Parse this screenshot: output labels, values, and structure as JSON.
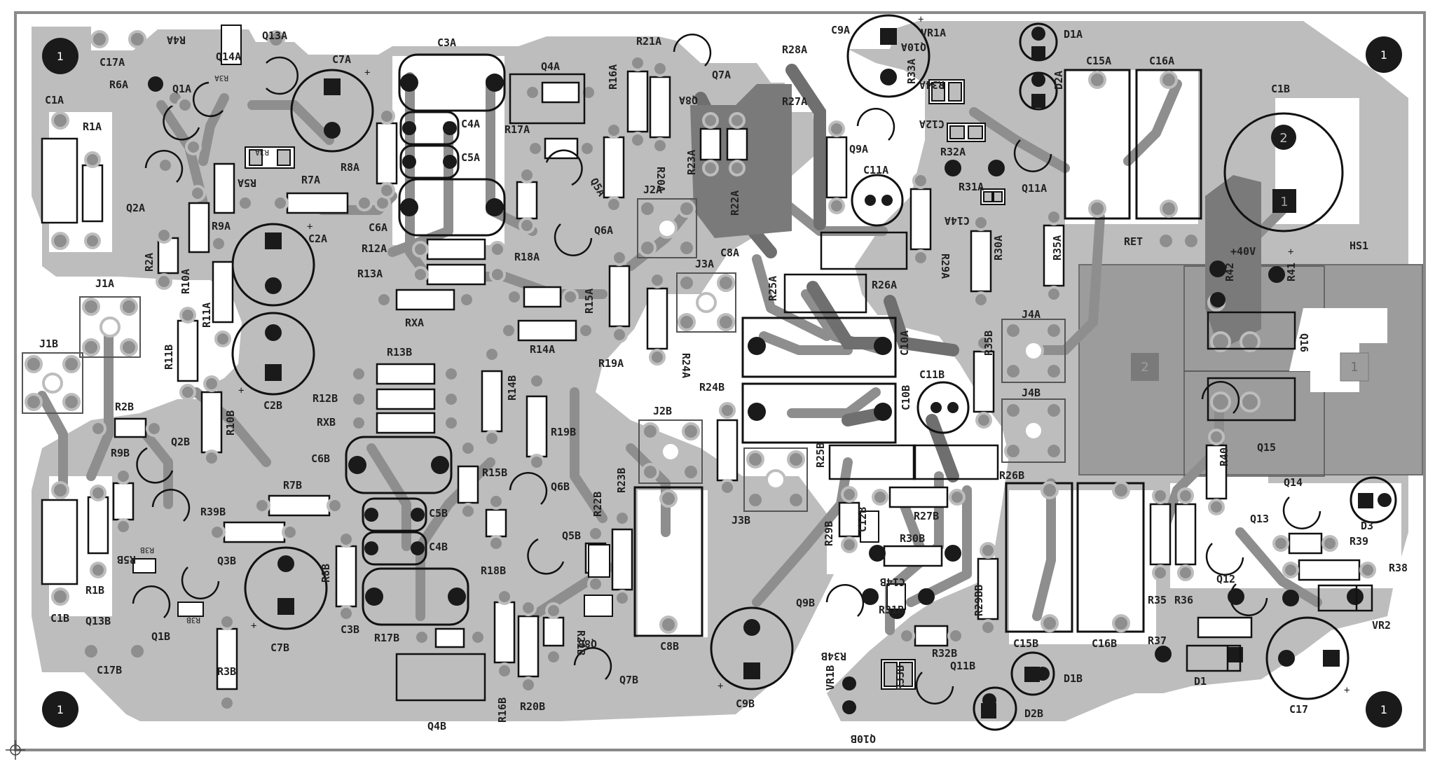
{
  "board": {
    "colors": {
      "background": "#ffffff",
      "outline": "#8a8a8a",
      "pour": "#bdbdbd",
      "trace": "#8e8e8e",
      "dark": "#6e6e6e",
      "pad": "#1a1a1a",
      "silk": "#222222"
    },
    "labels": [
      {
        "id": "R4A",
        "text": "R4A"
      },
      {
        "id": "Q13A",
        "text": "Q13A"
      },
      {
        "id": "C17A",
        "text": "C17A"
      },
      {
        "id": "R6A",
        "text": "R6A"
      },
      {
        "id": "Q14A",
        "text": "Q14A"
      },
      {
        "id": "Q1A",
        "text": "Q1A"
      },
      {
        "id": "C7A",
        "text": "C7A"
      },
      {
        "id": "C1A",
        "text": "C1A"
      },
      {
        "id": "R1A",
        "text": "R1A"
      },
      {
        "id": "R5A",
        "text": "R5A"
      },
      {
        "id": "R7A",
        "text": "R7A"
      },
      {
        "id": "R8A",
        "text": "R8A"
      },
      {
        "id": "Q2A",
        "text": "Q2A"
      },
      {
        "id": "R9A",
        "text": "R9A"
      },
      {
        "id": "C2A",
        "text": "C2A"
      },
      {
        "id": "R2A",
        "text": "R2A"
      },
      {
        "id": "R10A",
        "text": "R10A"
      },
      {
        "id": "R11A",
        "text": "R11A"
      },
      {
        "id": "J1A",
        "text": "J1A"
      },
      {
        "id": "J1B",
        "text": "J1B"
      },
      {
        "id": "R11B",
        "text": "R11B"
      },
      {
        "id": "R10B",
        "text": "R10B"
      },
      {
        "id": "C2B",
        "text": "C2B"
      },
      {
        "id": "R2B",
        "text": "R2B"
      },
      {
        "id": "R9B",
        "text": "R9B"
      },
      {
        "id": "Q2B",
        "text": "Q2B"
      },
      {
        "id": "R7B",
        "text": "R7B"
      },
      {
        "id": "R39B",
        "text": "R39B"
      },
      {
        "id": "C1B",
        "text": "C1B"
      },
      {
        "id": "R1B",
        "text": "R1B"
      },
      {
        "id": "R5B",
        "text": "R5B"
      },
      {
        "id": "Q3B",
        "text": "Q3B"
      },
      {
        "id": "R8B",
        "text": "R8B"
      },
      {
        "id": "C7B",
        "text": "C7B"
      },
      {
        "id": "Q13B",
        "text": "Q13B"
      },
      {
        "id": "Q1B",
        "text": "Q1B"
      },
      {
        "id": "R3B",
        "text": "R3B"
      },
      {
        "id": "C17B",
        "text": "C17B"
      },
      {
        "id": "C3A",
        "text": "C3A"
      },
      {
        "id": "C4A",
        "text": "C4A"
      },
      {
        "id": "C5A",
        "text": "C5A"
      },
      {
        "id": "C6A",
        "text": "C6A"
      },
      {
        "id": "R12A",
        "text": "R12A"
      },
      {
        "id": "R13A",
        "text": "R13A"
      },
      {
        "id": "RXA",
        "text": "RXA"
      },
      {
        "id": "R13B",
        "text": "R13B"
      },
      {
        "id": "R12B",
        "text": "R12B"
      },
      {
        "id": "RXB",
        "text": "RXB"
      },
      {
        "id": "C6B",
        "text": "C6B"
      },
      {
        "id": "C5B",
        "text": "C5B"
      },
      {
        "id": "C4B",
        "text": "C4B"
      },
      {
        "id": "C3B",
        "text": "C3B"
      },
      {
        "id": "R17B",
        "text": "R17B"
      },
      {
        "id": "Q4B",
        "text": "Q4B"
      },
      {
        "id": "R16B",
        "text": "R16B"
      },
      {
        "id": "R20B",
        "text": "R20B"
      },
      {
        "id": "R18B",
        "text": "R18B"
      },
      {
        "id": "Q5B",
        "text": "Q5B"
      },
      {
        "id": "Q6B",
        "text": "Q6B"
      },
      {
        "id": "R15B",
        "text": "R15B"
      },
      {
        "id": "R14B",
        "text": "R14B"
      },
      {
        "id": "R19B",
        "text": "R19B"
      },
      {
        "id": "R22B",
        "text": "R22B"
      },
      {
        "id": "R23B",
        "text": "R23B"
      },
      {
        "id": "R21B",
        "text": "R21B"
      },
      {
        "id": "Q8B",
        "text": "Q8B"
      },
      {
        "id": "Q7B",
        "text": "Q7B"
      },
      {
        "id": "C8B",
        "text": "C8B"
      },
      {
        "id": "C9B",
        "text": "C9B"
      },
      {
        "id": "J2B",
        "text": "J2B"
      },
      {
        "id": "R24B",
        "text": "R24B"
      },
      {
        "id": "J3B",
        "text": "J3B"
      },
      {
        "id": "Q4A",
        "text": "Q4A"
      },
      {
        "id": "R17A",
        "text": "R17A"
      },
      {
        "id": "Q5A",
        "text": "Q5A"
      },
      {
        "id": "R18A",
        "text": "R18A"
      },
      {
        "id": "Q6A",
        "text": "Q6A"
      },
      {
        "id": "R14A",
        "text": "R14A"
      },
      {
        "id": "R15A",
        "text": "R15A"
      },
      {
        "id": "R16A",
        "text": "R16A"
      },
      {
        "id": "R19A",
        "text": "R19A"
      },
      {
        "id": "R21A",
        "text": "R21A"
      },
      {
        "id": "R20A",
        "text": "R20A"
      },
      {
        "id": "J2A",
        "text": "J2A"
      },
      {
        "id": "R24A",
        "text": "R24A"
      },
      {
        "id": "J3A",
        "text": "J3A"
      },
      {
        "id": "Q7A",
        "text": "Q7A"
      },
      {
        "id": "Q8A",
        "text": "Q8A"
      },
      {
        "id": "R23A",
        "text": "R23A"
      },
      {
        "id": "R22A",
        "text": "R22A"
      },
      {
        "id": "C8A",
        "text": "C8A"
      },
      {
        "id": "R28A",
        "text": "R28A"
      },
      {
        "id": "R27A",
        "text": "R27A"
      },
      {
        "id": "R25A",
        "text": "R25A"
      },
      {
        "id": "R26A",
        "text": "R26A"
      },
      {
        "id": "C10A",
        "text": "C10A"
      },
      {
        "id": "C10B",
        "text": "C10B"
      },
      {
        "id": "C9A",
        "text": "C9A"
      },
      {
        "id": "Q10A",
        "text": "Q10A"
      },
      {
        "id": "R33A",
        "text": "R33A"
      },
      {
        "id": "Q9A",
        "text": "Q9A"
      },
      {
        "id": "C11A",
        "text": "C11A"
      },
      {
        "id": "R29A",
        "text": "R29A"
      },
      {
        "id": "VR1A",
        "text": "VR1A"
      },
      {
        "id": "R34A",
        "text": "R34A"
      },
      {
        "id": "C12A",
        "text": "C12A"
      },
      {
        "id": "R32A",
        "text": "R32A"
      },
      {
        "id": "R31A",
        "text": "R31A"
      },
      {
        "id": "C14A",
        "text": "C14A"
      },
      {
        "id": "R30A",
        "text": "R30A"
      },
      {
        "id": "R35A",
        "text": "R35A"
      },
      {
        "id": "D1A",
        "text": "D1A"
      },
      {
        "id": "D2A",
        "text": "D2A"
      },
      {
        "id": "Q11A",
        "text": "Q11A"
      },
      {
        "id": "C15A",
        "text": "C15A"
      },
      {
        "id": "C16A",
        "text": "C16A"
      },
      {
        "id": "J4A",
        "text": "J4A"
      },
      {
        "id": "J4B",
        "text": "J4B"
      },
      {
        "id": "R35B",
        "text": "R35B"
      },
      {
        "id": "C11B",
        "text": "C11B"
      },
      {
        "id": "R25B",
        "text": "R25B"
      },
      {
        "id": "R26B",
        "text": "R26B"
      },
      {
        "id": "R27B",
        "text": "R27B"
      },
      {
        "id": "C12B",
        "text": "C12B"
      },
      {
        "id": "R29B",
        "text": "R29B"
      },
      {
        "id": "R30B",
        "text": "R30B"
      },
      {
        "id": "C14B",
        "text": "C14B"
      },
      {
        "id": "R31B",
        "text": "R31B"
      },
      {
        "id": "Q9B",
        "text": "Q9B"
      },
      {
        "id": "R29BB",
        "text": "R29BB"
      },
      {
        "id": "R32B",
        "text": "R32B"
      },
      {
        "id": "R34B",
        "text": "R34B"
      },
      {
        "id": "R33B",
        "text": "R33B"
      },
      {
        "id": "Q11B",
        "text": "Q11B"
      },
      {
        "id": "VR1B",
        "text": "VR1B"
      },
      {
        "id": "Q10B",
        "text": "Q10B"
      },
      {
        "id": "C15B",
        "text": "C15B"
      },
      {
        "id": "D1B",
        "text": "D1B"
      },
      {
        "id": "D2B",
        "text": "D2B"
      },
      {
        "id": "C16B",
        "text": "C16B"
      },
      {
        "id": "C1Bhs",
        "text": "C1B"
      },
      {
        "id": "RET",
        "text": "RET"
      },
      {
        "id": "P40V",
        "text": "+40V"
      },
      {
        "id": "HS1",
        "text": "HS1"
      },
      {
        "id": "R42",
        "text": "R42"
      },
      {
        "id": "R41",
        "text": "R41"
      },
      {
        "id": "Q16",
        "text": "Q16"
      },
      {
        "id": "Q15",
        "text": "Q15"
      },
      {
        "id": "R40",
        "text": "R40"
      },
      {
        "id": "Q14",
        "text": "Q14"
      },
      {
        "id": "D3",
        "text": "D3"
      },
      {
        "id": "Q13",
        "text": "Q13"
      },
      {
        "id": "R39",
        "text": "R39"
      },
      {
        "id": "Q12",
        "text": "Q12"
      },
      {
        "id": "R38",
        "text": "R38"
      },
      {
        "id": "R35",
        "text": "R35"
      },
      {
        "id": "R36",
        "text": "R36"
      },
      {
        "id": "R37",
        "text": "R37"
      },
      {
        "id": "D1",
        "text": "D1"
      },
      {
        "id": "VR2",
        "text": "VR2"
      },
      {
        "id": "C17",
        "text": "C17"
      }
    ],
    "small_marks": [
      {
        "id": "m_r3a",
        "text": "R3A"
      },
      {
        "id": "m_r3a2",
        "text": "R3A"
      },
      {
        "id": "m_r3b",
        "text": "R3B"
      },
      {
        "id": "m_r3b2",
        "text": "R3B"
      },
      {
        "id": "plus_c7a",
        "text": "+"
      },
      {
        "id": "plus_c2a",
        "text": "+"
      },
      {
        "id": "plus_c2b",
        "text": "+"
      },
      {
        "id": "plus_c7b",
        "text": "+"
      },
      {
        "id": "plus_c9a",
        "text": "+"
      },
      {
        "id": "plus_c9b",
        "text": "+"
      },
      {
        "id": "plus_c17",
        "text": "+"
      },
      {
        "id": "plus_40",
        "text": "+"
      }
    ],
    "mount_hole_label": "1",
    "heatsink_pads": [
      {
        "id": "hs_pad2",
        "text": "2"
      },
      {
        "id": "hs_pad1",
        "text": "1"
      },
      {
        "id": "c1b_pad2",
        "text": "2"
      },
      {
        "id": "c1b_pad1",
        "text": "1"
      }
    ]
  }
}
